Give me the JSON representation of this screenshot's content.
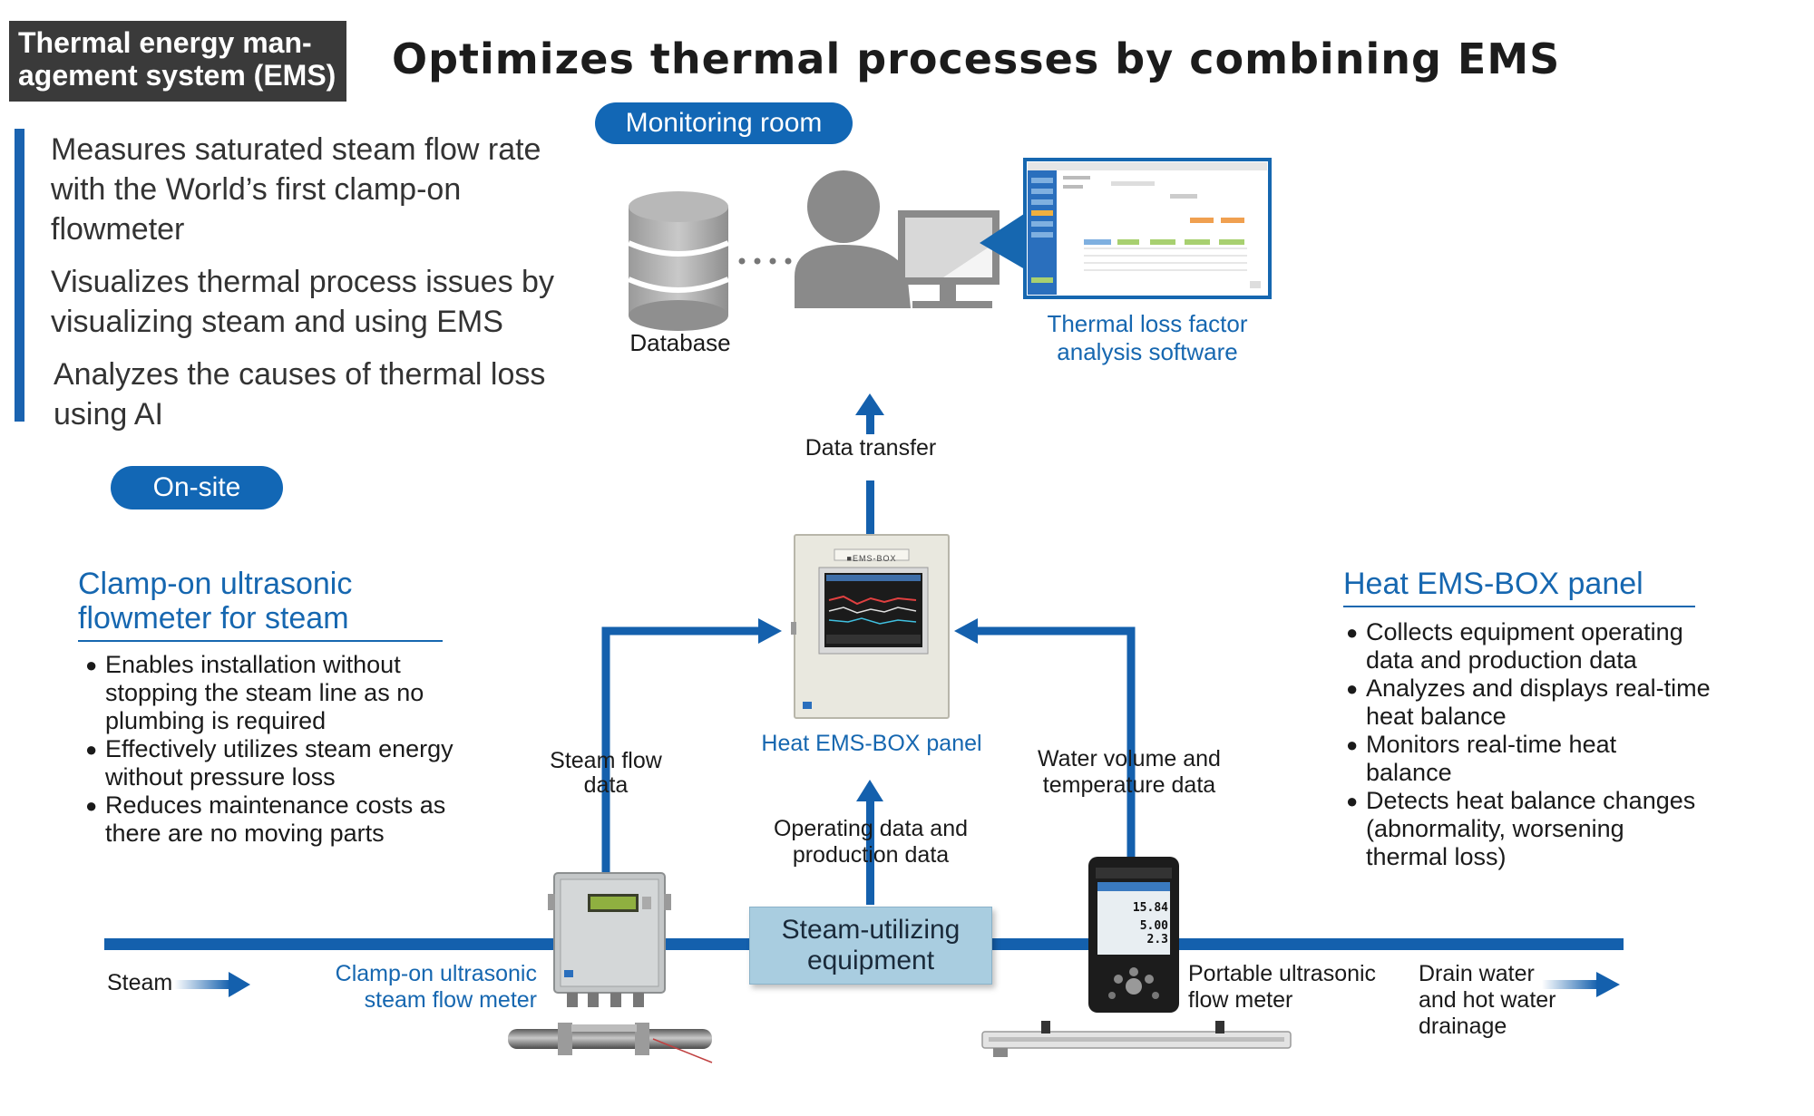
{
  "badge": {
    "line1": "Thermal energy man-",
    "line2": "agement system (EMS)"
  },
  "title": "Optimizes thermal processes by combining EMS",
  "monitoring_room_label": "Monitoring room",
  "features": [
    {
      "line1": "Measures saturated steam flow rate",
      "line2": "with the World’s first  clamp-on",
      "line3": "flowmeter"
    },
    {
      "line1": "Visualizes thermal process issues by",
      "line2": "visualizing steam and using EMS"
    },
    {
      "line1": "Analyzes the causes of thermal loss",
      "line2": "using AI"
    }
  ],
  "on_site_label": "On-site",
  "database_label": "Database",
  "software_label": {
    "line1": "Thermal loss factor",
    "line2": "analysis software"
  },
  "data_transfer_label": "Data transfer",
  "clamp_section": {
    "heading1": "Clamp-on ultrasonic",
    "heading2": "flowmeter for steam",
    "bullets": [
      {
        "l1": "Enables installation without",
        "l2": "stopping the steam line as no",
        "l3": "plumbing is required"
      },
      {
        "l1": "Effectively utilizes steam energy",
        "l2": "without pressure loss"
      },
      {
        "l1": "Reduces maintenance costs as",
        "l2": "there are no moving parts"
      }
    ]
  },
  "heat_section": {
    "heading": "Heat EMS-BOX panel",
    "bullets": [
      {
        "l1": "Collects equipment operating",
        "l2": "data and production data"
      },
      {
        "l1": "Analyzes and displays real-time",
        "l2": "heat balance"
      },
      {
        "l1": "Monitors real-time heat",
        "l2": "balance"
      },
      {
        "l1": "Detects heat balance changes",
        "l2": "(abnormality, worsening",
        "l3": "thermal loss)"
      }
    ]
  },
  "ems_box": {
    "caption": "Heat EMS-BOX panel",
    "nameplate": "■EMS-BOX"
  },
  "steam_flow_data": {
    "l1": "Steam flow",
    "l2": "data"
  },
  "water_volume_data": {
    "l1": "Water volume and",
    "l2": "temperature data"
  },
  "operating_data": {
    "l1": "Operating data and",
    "l2": "production data"
  },
  "steam_equipment": {
    "l1": "Steam-utilizing",
    "l2": "equipment"
  },
  "steam_label": "Steam",
  "clamp_meter_label": {
    "l1": "Clamp-on ultrasonic",
    "l2": "steam flow meter"
  },
  "portable_label": {
    "l1": "Portable ultrasonic",
    "l2": "flow meter"
  },
  "drain_label": {
    "l1": "Drain water",
    "l2": "and hot water",
    "l3": "drainage"
  },
  "portable_readout": {
    "r1": "15.84",
    "r2": "5.00",
    "r3": "2.3"
  },
  "colors": {
    "accent": "#1267b5",
    "pipe": "#1460ad",
    "box": "#a9cde0",
    "badge": "#3a3a3a"
  }
}
